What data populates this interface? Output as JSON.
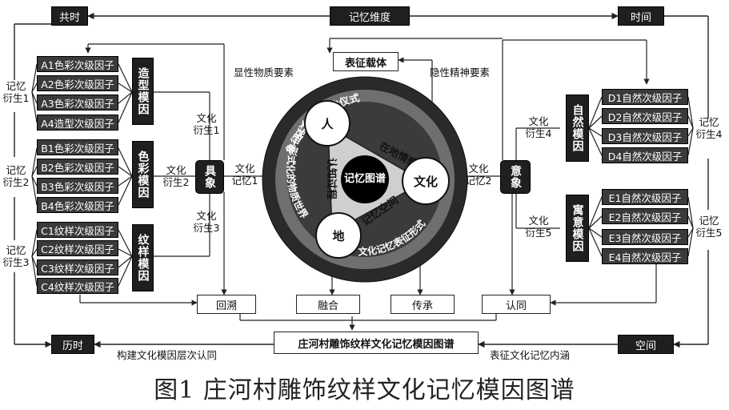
{
  "top": {
    "left": "共时",
    "center": "记忆维度",
    "right": "时间"
  },
  "bottom": {
    "left": "历时",
    "center": "庄河村雕饰纹样文化记忆模因图谱",
    "right": "空间"
  },
  "bottom_texts": {
    "left": "构建文化模因层次认同",
    "right": "表征文化记忆内涵"
  },
  "carrier": "表征载体",
  "labels": {
    "explicit": "显性物质要素",
    "implicit": "隐性精神要素"
  },
  "left_groups": [
    {
      "factors": [
        "A1色彩次级因子",
        "A2色彩次级因子",
        "A3色彩次级因子",
        "A4造型次级因子"
      ],
      "meme": "造型模因",
      "deriv": "记忆衍生1"
    },
    {
      "factors": [
        "B1色彩次级因子",
        "B2色彩次级因子",
        "B3色彩次级因子",
        "B4色彩次级因子"
      ],
      "meme": "色彩模因",
      "deriv": "记忆衍生2"
    },
    {
      "factors": [
        "C1纹样次级因子",
        "C2纹样次级因子",
        "C3纹样次级因子",
        "C4纹样次级因子"
      ],
      "meme": "纹样模因",
      "deriv": "记忆衍生3"
    }
  ],
  "right_groups": [
    {
      "factors": [
        "D1自然次级因子",
        "D2自然次级因子",
        "D3自然次级因子",
        "D4自然次级因子"
      ],
      "meme": "自然模因",
      "deriv": "记忆衍生4"
    },
    {
      "factors": [
        "E1自然次级因子",
        "E2自然次级因子",
        "E3自然次级因子",
        "E4自然次级因子"
      ],
      "meme": "寓意模因",
      "deriv": "记忆衍生5"
    }
  ],
  "culture_derivs": [
    "文化衍生1",
    "文化衍生2",
    "文化衍生3",
    "文化衍生4",
    "文化衍生5"
  ],
  "concrete": "具象",
  "abstract": "意象",
  "memory1": "文化记忆1",
  "memory2": "文化记忆2",
  "outcomes": [
    "回溯",
    "融合",
    "传承",
    "认同"
  ],
  "center": {
    "core": "记忆图谱",
    "ren": "人",
    "di": "地",
    "wenhua": "文化",
    "ring_top": "象征—形式化的仪式",
    "ring_left": "实践—形式化的物质世界",
    "ring_right": "文化记忆表征形式",
    "inner_top": "在地情感",
    "inner_left": "认知过程",
    "inner_right": "记忆空间"
  },
  "caption": "图1 庄河村雕饰纹样文化记忆模因图谱"
}
